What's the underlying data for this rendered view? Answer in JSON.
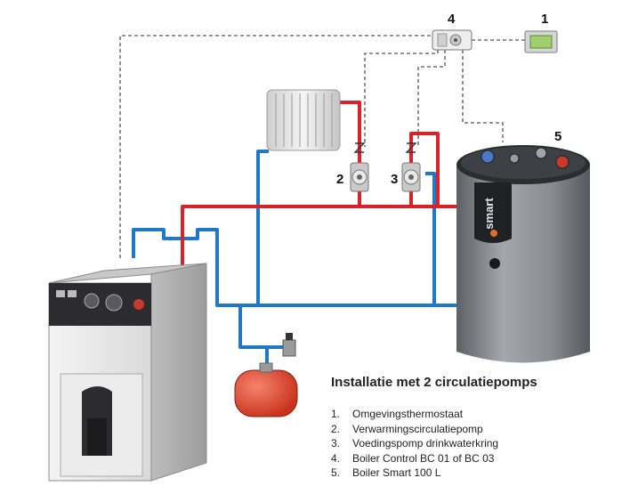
{
  "diagram": {
    "title": "Installatie met 2 circulatiepomps",
    "callouts": {
      "thermostat": "1",
      "heating_pump": "2",
      "dhw_pump": "3",
      "control": "4",
      "boiler_tank": "5"
    },
    "tank_brand": "smart",
    "legend": [
      {
        "num": "1.",
        "label": "Omgevingsthermostaat"
      },
      {
        "num": "2.",
        "label": "Verwarmingscirculatiepomp"
      },
      {
        "num": "3.",
        "label": "Voedingspomp drinkwaterkring"
      },
      {
        "num": "4.",
        "label": "Boiler Control BC 01 of BC 03"
      },
      {
        "num": "5.",
        "label": "Boiler Smart 100 L"
      }
    ],
    "colors": {
      "supply_pipe": "#d8232a",
      "return_pipe": "#1f78c8",
      "signal_wire": "#555555",
      "tank_body": "#8a8d92",
      "expansion_vessel": "#e1462c"
    }
  }
}
